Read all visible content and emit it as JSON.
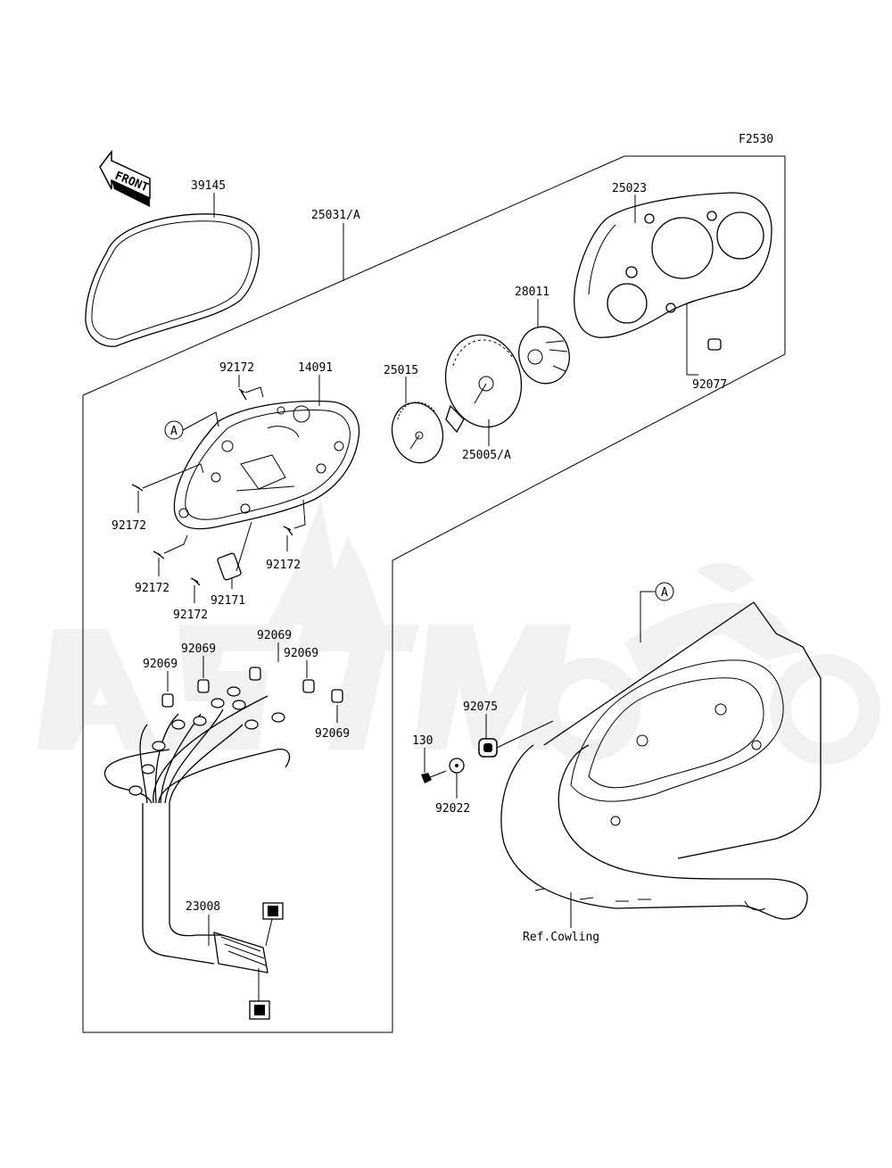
{
  "figure_code": "F2530",
  "front_arrow": "FRONT",
  "reference_mark": "A",
  "parts": {
    "p39145": "39145",
    "p25031": "25031/A",
    "p25023": "25023",
    "p28011": "28011",
    "p92077": "92077",
    "p14091": "14091",
    "p25015": "25015",
    "p25005": "25005/A",
    "p92172": "92172",
    "p92171": "92171",
    "p92069": "92069",
    "p92075": "92075",
    "p130": "130",
    "p92022": "92022",
    "p23008": "23008",
    "ref_cowling": "Ref.Cowling"
  }
}
